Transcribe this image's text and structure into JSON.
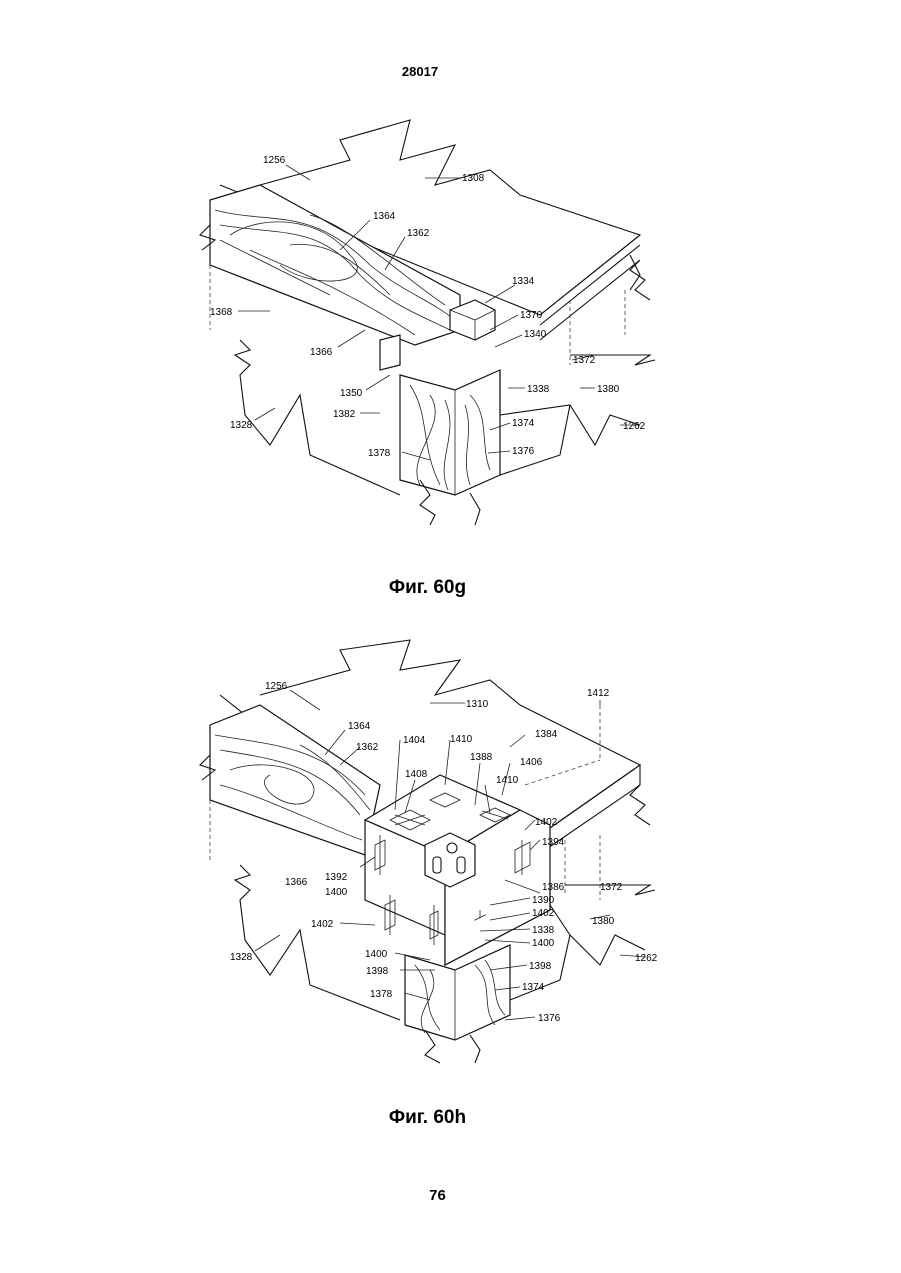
{
  "header": {
    "doc_number": "28017"
  },
  "figures": [
    {
      "caption": "Фиг. 60g",
      "labels": [
        "1256",
        "1308",
        "1364",
        "1362",
        "1334",
        "1368",
        "1370",
        "1340",
        "1366",
        "1372",
        "1350",
        "1338",
        "1380",
        "1382",
        "1374",
        "1328",
        "1262",
        "1378",
        "1376"
      ]
    },
    {
      "caption": "Фиг. 60h",
      "labels": [
        "1256",
        "1310",
        "1412",
        "1364",
        "1384",
        "1362",
        "1404",
        "1410",
        "1388",
        "1406",
        "1408",
        "1410",
        "1402",
        "1394",
        "1392",
        "1400",
        "1366",
        "1386",
        "1372",
        "1390",
        "1402",
        "1380",
        "1402",
        "1338",
        "1400",
        "1328",
        "1400",
        "1398",
        "1398",
        "1262",
        "1374",
        "1378",
        "1376"
      ]
    }
  ],
  "footer": {
    "page_number": "76"
  }
}
